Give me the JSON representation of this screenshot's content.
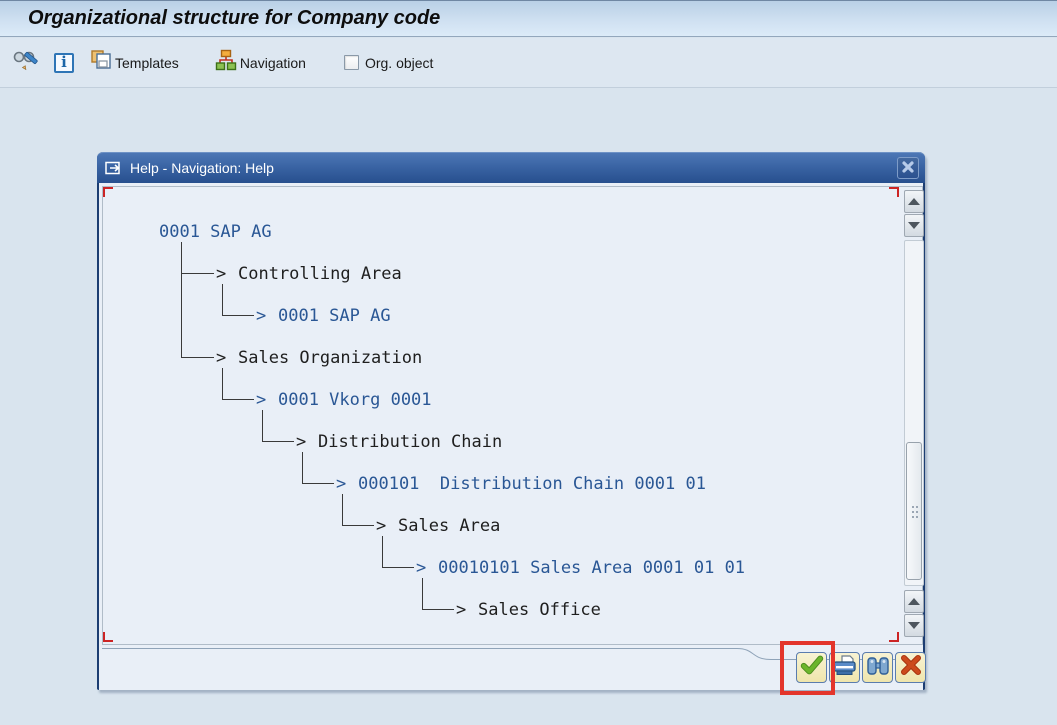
{
  "window": {
    "title": "Organizational structure for Company code"
  },
  "toolbar": {
    "display_change_icon": "glasses-pencil-icon",
    "info_icon_letter": "i",
    "templates_label": "Templates",
    "navigation_label": "Navigation",
    "org_object_label": "Org. object",
    "org_object_checked": false
  },
  "dialog": {
    "title": "Help - Navigation: Help",
    "tree": {
      "rows": [
        {
          "label": "0001 SAP AG",
          "kind": "org",
          "depth": 0,
          "parent": null
        },
        {
          "label": "Controlling Area",
          "kind": "category",
          "depth": 1,
          "parent": 0
        },
        {
          "label": "0001 SAP AG",
          "kind": "org",
          "depth": 2,
          "parent": 1
        },
        {
          "label": "Sales Organization",
          "kind": "category",
          "depth": 1,
          "parent": 0
        },
        {
          "label": "0001 Vkorg 0001",
          "kind": "org",
          "depth": 2,
          "parent": 3
        },
        {
          "label": "Distribution Chain",
          "kind": "category",
          "depth": 3,
          "parent": 4
        },
        {
          "label": "000101  Distribution Chain 0001 01",
          "kind": "org",
          "depth": 4,
          "parent": 5
        },
        {
          "label": "Sales Area",
          "kind": "category",
          "depth": 5,
          "parent": 6
        },
        {
          "label": "00010101 Sales Area 0001 01 01",
          "kind": "org",
          "depth": 6,
          "parent": 7
        },
        {
          "label": "Sales Office",
          "kind": "category",
          "depth": 7,
          "parent": 8
        }
      ]
    },
    "footer_buttons": [
      {
        "name": "continue",
        "icon": "checkmark-icon",
        "highlighted": true
      },
      {
        "name": "print",
        "icon": "printer-icon",
        "highlighted": false
      },
      {
        "name": "find",
        "icon": "binoculars-icon",
        "highlighted": false
      },
      {
        "name": "cancel",
        "icon": "cancel-x-icon",
        "highlighted": false
      }
    ]
  },
  "colors": {
    "tree_org": "#2a5795",
    "tree_category": "#1f1f1f",
    "connector": "#3a3a3a",
    "highlight_red": "#e3352b",
    "dialog_title_blue": "#3a64a4",
    "button_yellow": "#f3ecc2"
  }
}
